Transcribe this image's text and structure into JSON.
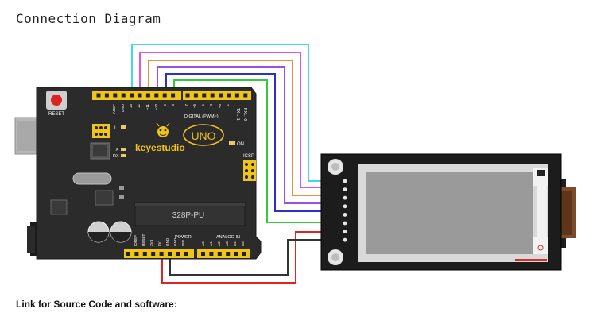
{
  "header": {
    "title": "Connection Diagram"
  },
  "board": {
    "brand": "keyestudio",
    "model": "UNO",
    "chip": "328P-PU",
    "reset_label": "RESET",
    "digital_label": "DIGITAL (PWM~)",
    "power_label": "POWER",
    "analog_label": "ANALOG IN",
    "icsp_label": "ICSP",
    "on_label": "ON",
    "led_l": "L",
    "led_tx": "TX",
    "led_rx": "RX",
    "tx_pin": "TX→ 1",
    "rx_pin": "RX← 0",
    "digital_pins": [
      "AREF",
      "GND",
      "13",
      "12",
      "~11",
      "~10",
      "~9",
      "8",
      "7",
      "~6",
      "~5",
      "4",
      "~3",
      "2"
    ],
    "power_pins": [
      "IOREF",
      "RESET",
      "3V3",
      "5V",
      "GND",
      "GND",
      "VIN"
    ],
    "analog_pins": [
      "A0",
      "A1",
      "A2",
      "A3",
      "A4",
      "A5"
    ]
  },
  "wires": {
    "colors": [
      "#3fd9e8",
      "#e94fe0",
      "#f0903a",
      "#9b4fe8",
      "#2e2fd0",
      "#33cc33",
      "#e02424",
      "#333333"
    ]
  },
  "footer": {
    "text": "Link for Source Code and software:"
  }
}
